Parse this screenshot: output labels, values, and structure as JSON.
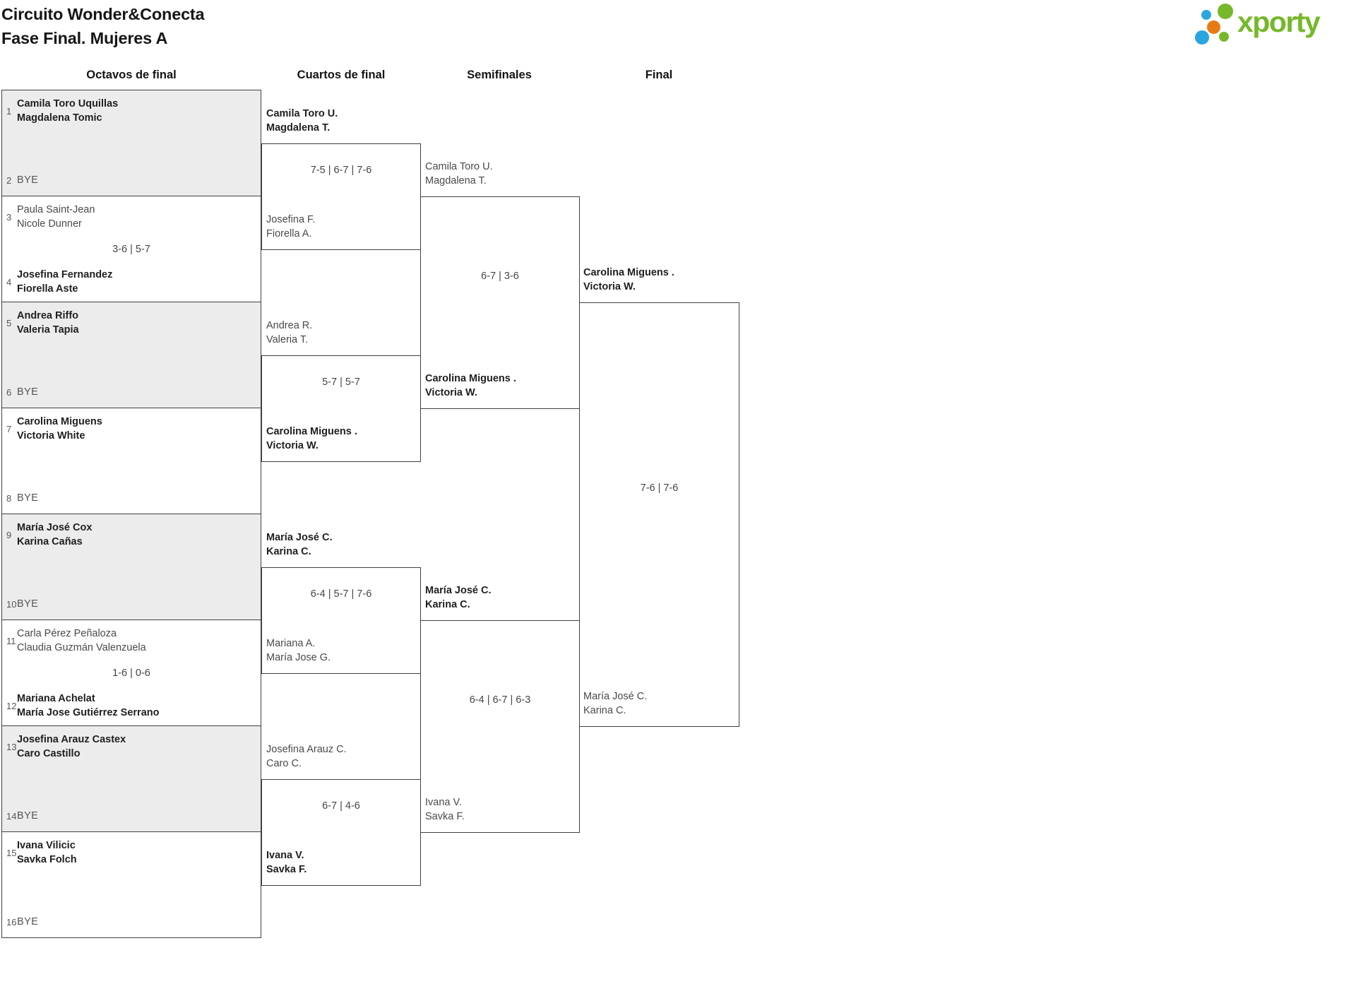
{
  "header": {
    "title_line1": "Circuito Wonder&Conecta",
    "title_line2": "Fase Final. Mujeres A"
  },
  "logo": {
    "text": "xporty",
    "green": "#76b82a",
    "blue": "#2aa5de",
    "orange": "#e87a16"
  },
  "round_headers": [
    "Octavos de final",
    "Cuartos de final",
    "Semifinales",
    "Final"
  ],
  "octavos": [
    {
      "num1": "1",
      "t1": [
        "Camila Toro Uquillas",
        "Magdalena Tomic"
      ],
      "winner": "top",
      "num2": "2",
      "bye2": "BYE",
      "score": ""
    },
    {
      "num1": "3",
      "t1": [
        "Paula Saint-Jean",
        "Nicole Dunner"
      ],
      "score": "3-6 | 5-7",
      "num2": "4",
      "t2": [
        "Josefina Fernandez",
        "Fiorella Aste"
      ],
      "winner": "bottom"
    },
    {
      "num1": "5",
      "t1": [
        "Andrea Riffo",
        "Valeria Tapia"
      ],
      "winner": "top",
      "num2": "6",
      "bye2": "BYE",
      "score": ""
    },
    {
      "num1": "7",
      "t1": [
        "Carolina Miguens",
        "Victoria White"
      ],
      "winner": "top",
      "num2": "8",
      "bye2": "BYE",
      "score": ""
    },
    {
      "num1": "9",
      "t1": [
        "María José Cox",
        "Karina Cañas"
      ],
      "winner": "top",
      "num2": "10",
      "bye2": "BYE",
      "score": ""
    },
    {
      "num1": "11",
      "t1": [
        "Carla Pérez Peñaloza",
        "Claudia Guzmán Valenzuela"
      ],
      "score": "1-6 | 0-6",
      "num2": "12",
      "t2": [
        "Mariana Achelat",
        "María Jose Gutiérrez Serrano"
      ],
      "winner": "bottom"
    },
    {
      "num1": "13",
      "t1": [
        "Josefina Arauz Castex",
        "Caro Castillo"
      ],
      "winner": "top",
      "num2": "14",
      "bye2": "BYE",
      "score": ""
    },
    {
      "num1": "15",
      "t1": [
        "Ivana Vilicic",
        "Savka Folch"
      ],
      "winner": "top",
      "num2": "16",
      "bye2": "BYE",
      "score": ""
    }
  ],
  "cuartos": [
    {
      "t1": [
        "Camila Toro U.",
        "Magdalena T."
      ],
      "score": "7-5 | 6-7 | 7-6",
      "t2": [
        "Josefina F.",
        "Fiorella A."
      ],
      "winner": "top"
    },
    {
      "t1": [
        "Andrea R.",
        "Valeria T."
      ],
      "score": "5-7 | 5-7",
      "t2": [
        "Carolina Miguens .",
        "Victoria W."
      ],
      "winner": "bottom"
    },
    {
      "t1": [
        "María José C.",
        "Karina C."
      ],
      "score": "6-4 | 5-7 | 7-6",
      "t2": [
        "Mariana A.",
        "María Jose G."
      ],
      "winner": "top"
    },
    {
      "t1": [
        "Josefina Arauz C.",
        "Caro C."
      ],
      "score": "6-7 | 4-6",
      "t2": [
        "Ivana V.",
        "Savka F."
      ],
      "winner": "bottom"
    }
  ],
  "semifinales": [
    {
      "t1": [
        "Camila Toro U.",
        "Magdalena T."
      ],
      "score": "6-7 | 3-6",
      "t2": [
        "Carolina Miguens .",
        "Victoria W."
      ],
      "winner": "bottom"
    },
    {
      "t1": [
        "María José C.",
        "Karina C."
      ],
      "score": "6-4 | 6-7 | 6-3",
      "t2": [
        "Ivana V.",
        "Savka F."
      ],
      "winner": "top"
    }
  ],
  "final": {
    "t1": [
      "Carolina Miguens .",
      "Victoria W."
    ],
    "score": "7-6 | 7-6",
    "t2": [
      "María José C.",
      "Karina C."
    ],
    "winner": "top"
  }
}
